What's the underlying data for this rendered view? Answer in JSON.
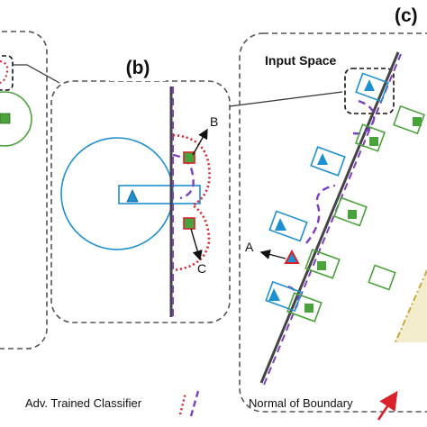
{
  "panels": {
    "b": {
      "label": "(b)"
    },
    "c": {
      "label": "(c)",
      "title": "Input Space"
    }
  },
  "points": {
    "a": "A",
    "b": "B",
    "c": "C"
  },
  "legend": {
    "adv_trained": "Adv. Trained Classifier",
    "normal_of_boundary": "Normal of Boundary"
  },
  "colors": {
    "class_blue": "#1e90d0",
    "class_green": "#4aa23a",
    "adv_red": "#d9232a",
    "adv_purple": "#7b3fc0",
    "boundary_dark": "#444444",
    "panel_border": "#555555"
  }
}
